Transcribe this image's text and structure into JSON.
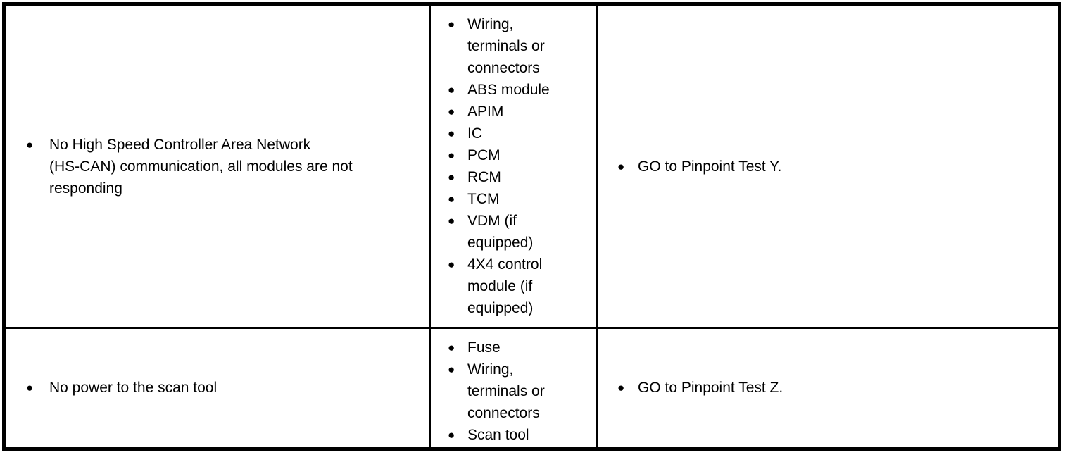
{
  "table": {
    "description": "Symptom chart table",
    "border_color": "#000000",
    "background_color": "#ffffff",
    "text_color": "#000000",
    "bullet_glyph": "●",
    "rows": [
      {
        "symptom": "No High Speed Controller Area Network\n(HS-CAN) communication, all modules are not\nresponding",
        "sources": [
          "Wiring,\nterminals or\nconnectors",
          "ABS module",
          "APIM",
          "IC",
          "PCM",
          "RCM",
          "TCM",
          "VDM (if\nequipped)",
          "4X4 control\nmodule (if\nequipped)"
        ],
        "action": "GO to Pinpoint Test Y."
      },
      {
        "symptom": "No power to the scan tool",
        "sources": [
          "Fuse",
          "Wiring,\nterminals or\nconnectors",
          "Scan tool"
        ],
        "action": "GO to Pinpoint Test Z."
      }
    ]
  }
}
